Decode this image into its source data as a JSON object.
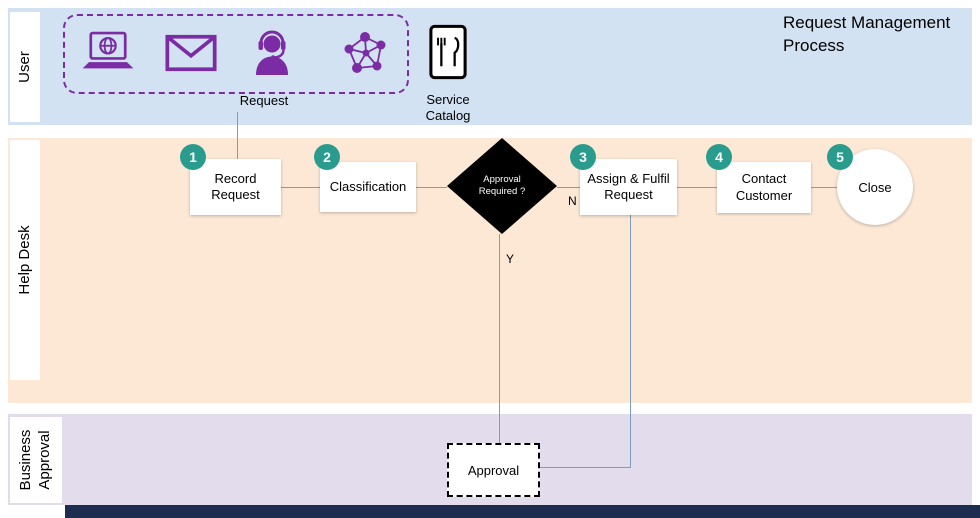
{
  "title": "Request Management Process",
  "lanes": [
    {
      "id": "user",
      "label": "User"
    },
    {
      "id": "help_desk",
      "label": "Help Desk"
    },
    {
      "id": "business_approval",
      "label": "Business Approval"
    }
  ],
  "user_lane": {
    "request_connector_label": "Request",
    "service_catalog_label": "Service Catalog",
    "channel_icons": [
      {
        "name": "laptop-globe-icon"
      },
      {
        "name": "email-icon"
      },
      {
        "name": "headset-agent-icon"
      },
      {
        "name": "people-network-icon"
      }
    ]
  },
  "help_desk_lane": {
    "steps": [
      {
        "num": "1",
        "label": "Record Request",
        "shape": "box"
      },
      {
        "num": "2",
        "label": "Classification",
        "shape": "box"
      },
      {
        "num": "3",
        "label": "Assign & Fulfil Request",
        "shape": "box"
      },
      {
        "num": "4",
        "label": "Contact Customer",
        "shape": "box"
      },
      {
        "num": "5",
        "label": "Close",
        "shape": "circle"
      }
    ],
    "decision": {
      "label": "Approval Required ?",
      "yes_label": "Y",
      "no_label": "N"
    }
  },
  "business_lane": {
    "approval_label": "Approval"
  },
  "colors": {
    "user_lane_bg": "#d2e2f2",
    "help_desk_lane_bg": "#fce8d5",
    "business_lane_bg": "#e3dcec",
    "step_badge": "#2a9c8e",
    "icon_purple": "#7b2ca5",
    "connector": "#7b9ec0",
    "decision_fill": "#000000",
    "footer_bar": "#1e2c50"
  }
}
